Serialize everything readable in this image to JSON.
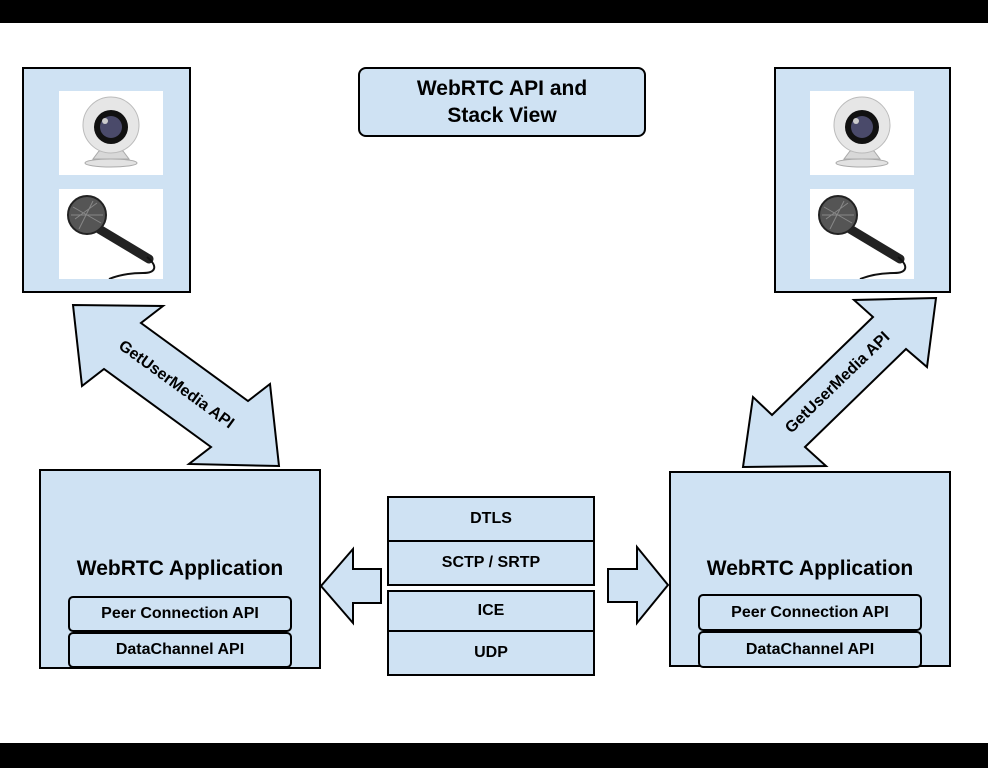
{
  "title": "WebRTC API and Stack View",
  "title_line1": "WebRTC API and",
  "title_line2": "Stack View",
  "getusermedia_left": "GetUserMedia API",
  "getusermedia_right": "GetUserMedia API",
  "app_left": {
    "title": "WebRTC Application",
    "apis": [
      "Peer Connection API",
      "DataChannel API"
    ]
  },
  "app_right": {
    "title": "WebRTC Application",
    "apis": [
      "Peer Connection API",
      "DataChannel API"
    ]
  },
  "stack": [
    "DTLS",
    "SCTP / SRTP",
    "ICE",
    "UDP"
  ],
  "colors": {
    "box_fill": "#cfe2f3",
    "border": "#000000",
    "background": "#ffffff"
  }
}
